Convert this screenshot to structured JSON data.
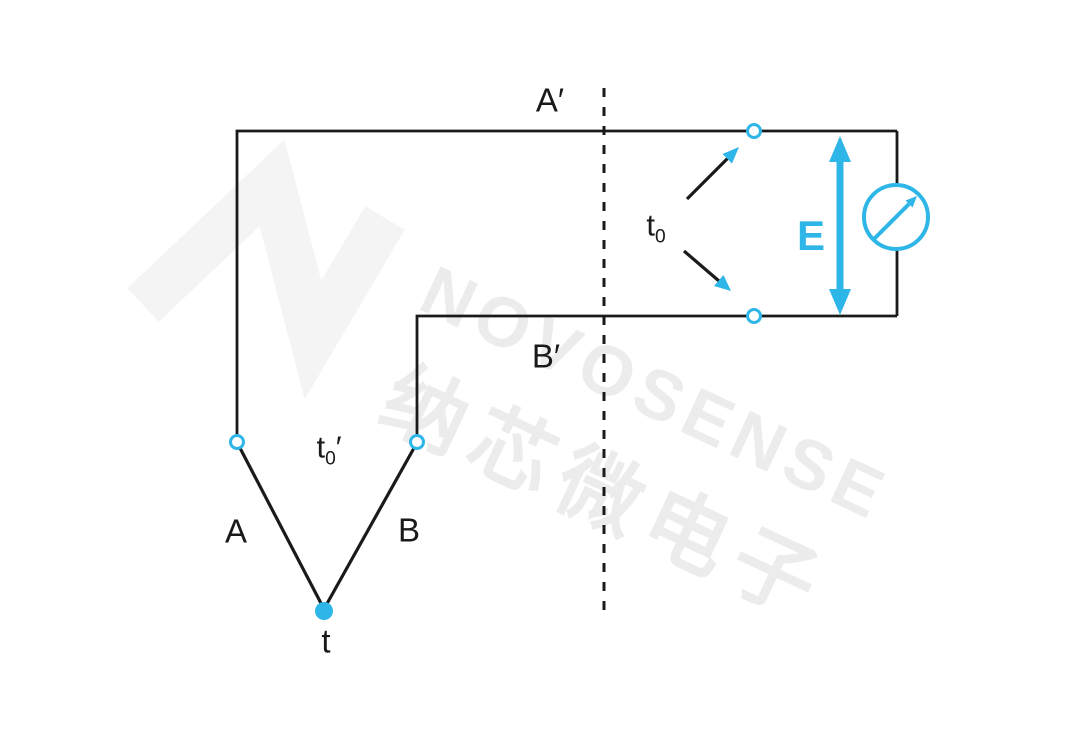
{
  "colors": {
    "accent": "#2EB6E8",
    "line": "#1A1A1A",
    "background": "#FFFFFF",
    "watermark_logo": "#F4F4F4",
    "watermark_text": "#ECECEC"
  },
  "diagram": {
    "type": "thermocouple-measurement-circuit",
    "labels": {
      "a_prime": "A′",
      "b_prime": "B′",
      "a": "A",
      "b": "B",
      "t": "t",
      "e": "E",
      "t0": {
        "base": "t",
        "sub": "0"
      },
      "t0_prime": {
        "base": "t",
        "sub": "0",
        "prime": "′"
      }
    },
    "watermark": {
      "latin": "NOVOSENSE",
      "chinese": "纳芯微电子"
    }
  }
}
